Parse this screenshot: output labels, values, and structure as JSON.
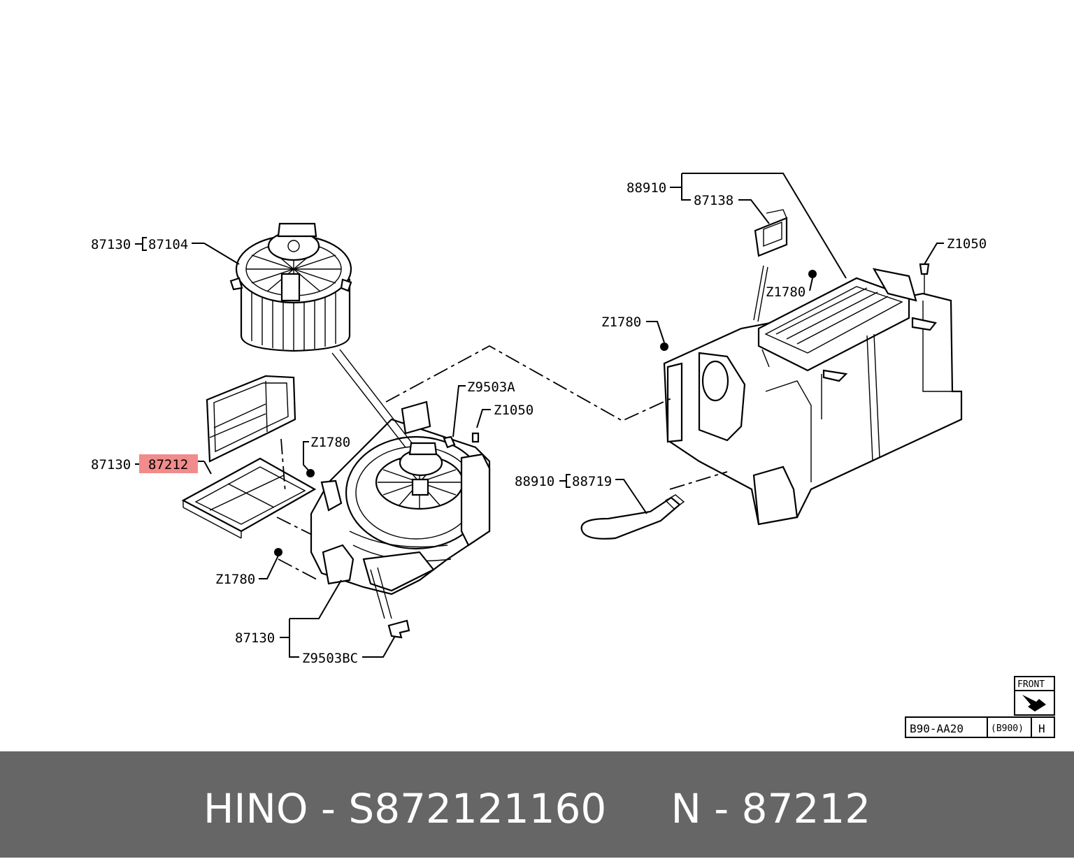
{
  "labels": {
    "blower_motor_group": "87130",
    "blower_motor": "87104",
    "filter_group": "87130",
    "filter": "87212",
    "clip_z1780_left": "Z1780",
    "clip_z1780_center": "Z1780",
    "clip_z9503a": "Z9503A",
    "bolt_z1050_center": "Z1050",
    "bracket_group": "87130",
    "clip_z9503bc": "Z9503BC",
    "unit_group_top": "88910",
    "resistor": "87138",
    "bolt_z1050_right": "Z1050",
    "clip_z1780_right_top": "Z1780",
    "clip_z1780_right": "Z1780",
    "hose_group": "88910",
    "drain_hose": "88719"
  },
  "highlight_color": "#f28b8b",
  "reference_box": {
    "front_label": "FRONT",
    "code": "B90-AA20",
    "sub_code": "(B900)",
    "letter": "H"
  },
  "footer": {
    "brand": "HINO",
    "part_number": "S872121160",
    "ref_prefix": "N",
    "ref_number": "87212",
    "text": "HINO - S872121160     N - 87212",
    "background": "#666666"
  }
}
